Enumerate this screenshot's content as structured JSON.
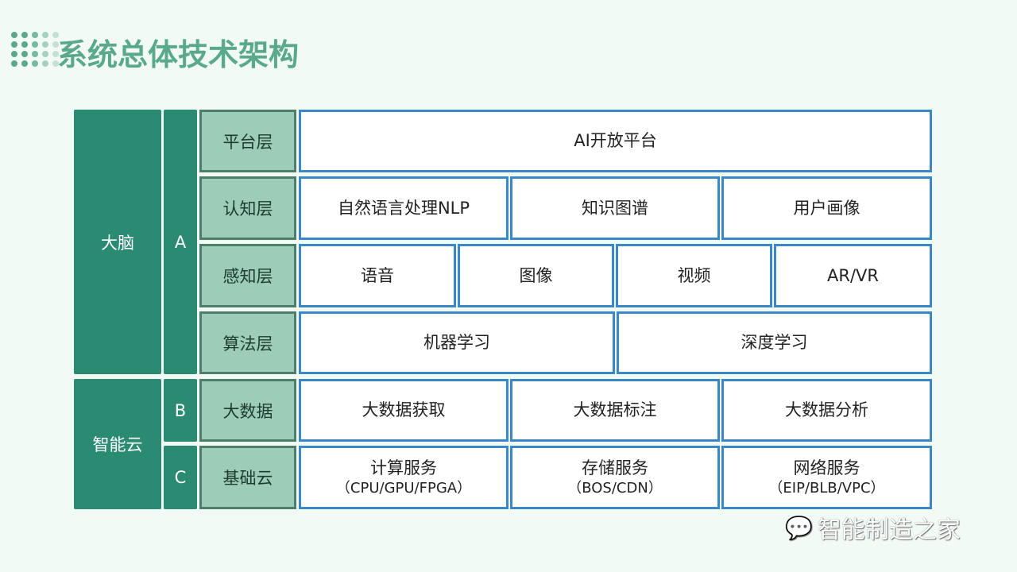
{
  "title": "系统总体技术架构",
  "groups": {
    "brain": "大脑",
    "cloud": "智能云",
    "a": "A",
    "b": "B",
    "c": "C"
  },
  "layers": [
    "平台层",
    "认知层",
    "感知层",
    "算法层",
    "大数据",
    "基础云"
  ],
  "platform": [
    "AI开放平台"
  ],
  "cognition": [
    "自然语言处理NLP",
    "知识图谱",
    "用户画像"
  ],
  "perception": [
    "语音",
    "图像",
    "视频",
    "AR/VR"
  ],
  "algorithm": [
    "机器学习",
    "深度学习"
  ],
  "bigdata": [
    "大数据获取",
    "大数据标注",
    "大数据分析"
  ],
  "cloud": [
    {
      "name": "计算服务",
      "detail": "（CPU/GPU/FPGA）"
    },
    {
      "name": "存储服务",
      "detail": "（BOS/CDN）"
    },
    {
      "name": "网络服务",
      "detail": "（EIP/BLB/VPC）"
    }
  ],
  "watermark": "智能制造之家"
}
